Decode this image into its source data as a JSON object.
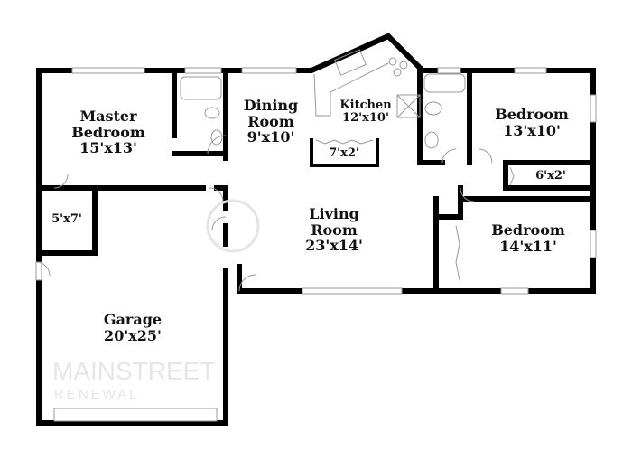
{
  "rooms": {
    "master_bedroom": {
      "name_line1": "Master",
      "name_line2": "Bedroom",
      "size": "15'x13'"
    },
    "dining_room": {
      "name_line1": "Dining",
      "name_line2": "Room",
      "size": "9'x10'"
    },
    "kitchen": {
      "name": "Kitchen",
      "size": "12'x10'"
    },
    "pantry": {
      "size": "7'x2'"
    },
    "bedroom_1": {
      "name": "Bedroom",
      "size": "13'x10'"
    },
    "closet_bedroom_1": {
      "size": "6'x2'"
    },
    "closet_master": {
      "size": "5'x7'"
    },
    "living_room": {
      "name_line1": "Living",
      "name_line2": "Room",
      "size": "23'x14'"
    },
    "bedroom_2": {
      "name": "Bedroom",
      "size": "14'x11'"
    },
    "garage": {
      "name": "Garage",
      "size": "20'x25'"
    }
  },
  "watermark": {
    "line1": "MAINSTREET",
    "line2": "RENEWAL"
  }
}
